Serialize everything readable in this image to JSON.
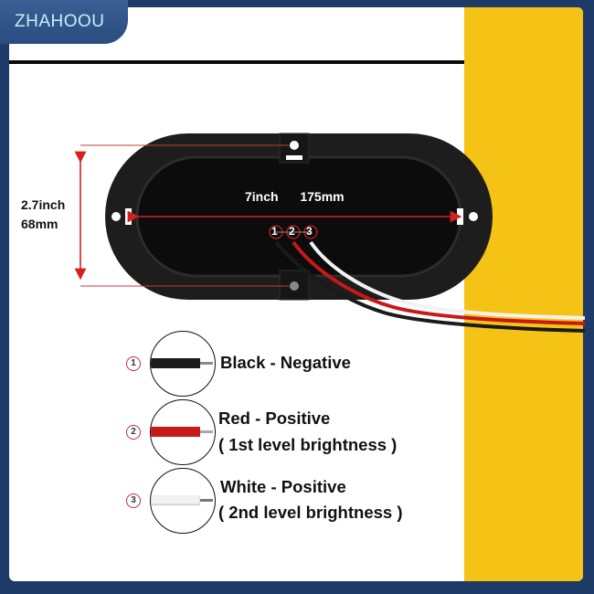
{
  "brand": {
    "name": "ZHAHOOU"
  },
  "colors": {
    "frame_border": "#1e3a66",
    "brand_tab": "#2f5388",
    "brand_text": "#bff2f6",
    "accent_yellow": "#f5c316",
    "dimension_red": "#d42020",
    "wire_black": "#1a1a1a",
    "wire_red": "#c81818",
    "wire_white": "#f2f2f2"
  },
  "dimensions": {
    "height_inch": "2.7inch",
    "height_mm": "68mm",
    "width_inch": "7inch",
    "width_mm": "175mm"
  },
  "terminals": [
    "1",
    "2",
    "3"
  ],
  "legend": [
    {
      "number": "1",
      "wire_color": "#1a1a1a",
      "line1": "Black - Negative",
      "line2": ""
    },
    {
      "number": "2",
      "wire_color": "#c81818",
      "line1": "Red - Positive",
      "line2": "( 1st level brightness )"
    },
    {
      "number": "3",
      "wire_color": "#f2f2f2",
      "line1": "White - Positive",
      "line2": "( 2nd level brightness )"
    }
  ]
}
